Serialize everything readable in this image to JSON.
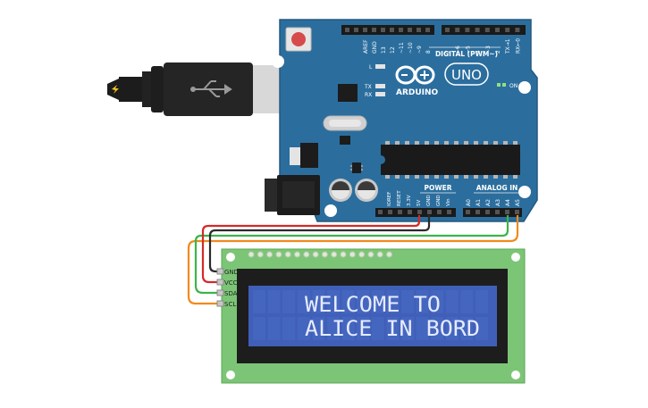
{
  "board": {
    "brand": "ARDUINO",
    "model": "UNO",
    "digital_header_label": "DIGITAL (PWM~)",
    "power_label": "POWER",
    "analog_label": "ANALOG IN",
    "led_l": "L",
    "led_tx": "TX",
    "led_rx": "RX",
    "led_on": "ON",
    "top_pins": [
      "AREF",
      "GND",
      "13",
      "12",
      "~11",
      "~10",
      "~9",
      "8",
      "7",
      "~6",
      "~5",
      "4",
      "~3",
      "2",
      "TX→1",
      "RX←0"
    ],
    "power_pins": [
      "IOREF",
      "RESET",
      "3.3V",
      "5V",
      "GND",
      "GND",
      "Vin"
    ],
    "analog_pins": [
      "A0",
      "A1",
      "A2",
      "A3",
      "A4",
      "A5"
    ]
  },
  "lcd": {
    "pin_labels": [
      "GND",
      "VCC",
      "SDA",
      "SCL"
    ],
    "line1": "WELCOME TO",
    "line2": "ALICE IN BORD"
  },
  "colors": {
    "board": "#2b6e9e",
    "lcd_pcb": "#7cc576",
    "lcd_screen": "#3f5fb8",
    "lcd_text": "#e6ecff",
    "wire_black": "#2a2a2a",
    "wire_red": "#d42a2a",
    "wire_green": "#3bb54a",
    "wire_orange": "#f08a1c"
  },
  "icons": [
    "usb-cable-icon",
    "usb-logo-icon",
    "infinity-logo-icon",
    "reset-button-icon",
    "barrel-jack-icon",
    "capacitor-icon",
    "microcontroller-chip-icon",
    "crystal-icon"
  ]
}
